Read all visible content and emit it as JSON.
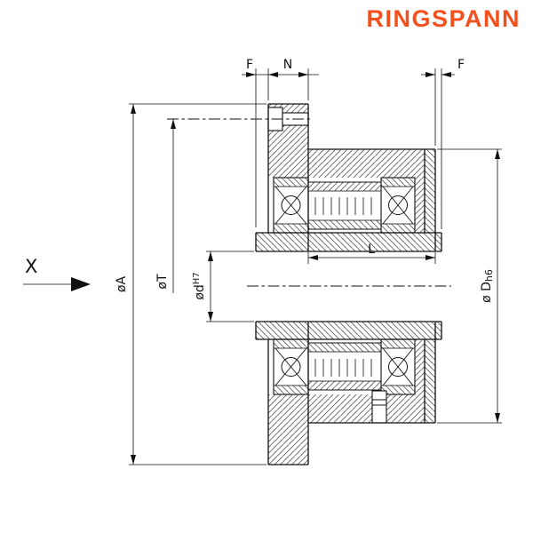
{
  "logo": {
    "text": "RINGSPANN",
    "color": "#f3501e"
  },
  "view_arrow": {
    "label": "X"
  },
  "dimension_labels": {
    "f_left": "F",
    "n": "N",
    "f_right": "F",
    "dia_a": "øA",
    "dia_t": "øT",
    "dia_d": "ød",
    "dia_d_tolerance": "H7",
    "length": "L",
    "dia_outer": "ø D",
    "dia_outer_tolerance": "h6"
  }
}
